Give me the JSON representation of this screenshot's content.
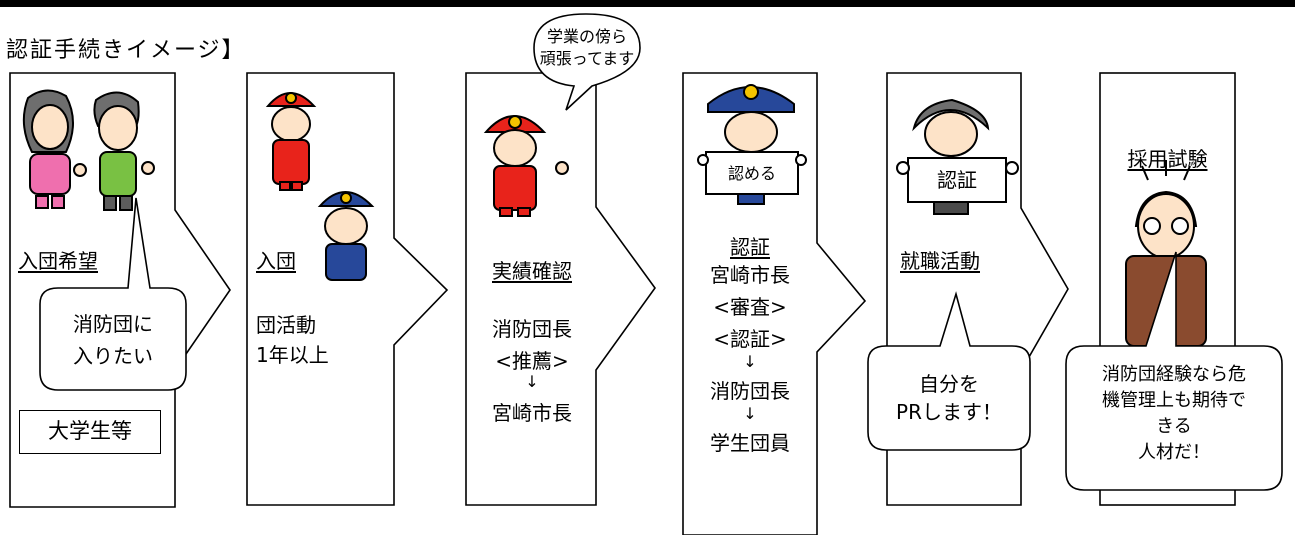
{
  "title": "認証手続きイメージ】",
  "steps": {
    "s1": {
      "heading": "入団希望",
      "bubble_l1": "消防団に",
      "bubble_l2": "入りたい",
      "box": "大学生等"
    },
    "s2": {
      "heading": "入団",
      "l1": "団活動",
      "l2": "1年以上"
    },
    "s3": {
      "heading": "実績確認",
      "l1": "消防団長",
      "l2": "<推薦>",
      "arrow": "↓",
      "l3": "宮崎市長",
      "bubble_l1": "学業の傍ら",
      "bubble_l2": "頑張ってます"
    },
    "s4": {
      "sign": "認める",
      "heading": "認証",
      "l1": "宮崎市長",
      "l2": "<審査>",
      "l3": "<認証>",
      "arrow1": "↓",
      "l4": "消防団長",
      "arrow2": "↓",
      "l5": "学生団員"
    },
    "s5": {
      "sign": "認証",
      "heading": "就職活動",
      "bubble_l1": "自分を",
      "bubble_l2": "PRします！"
    },
    "s6": {
      "heading": "採用試験",
      "bubble_l1": "消防団経験なら危",
      "bubble_l2": "機管理上も期待で",
      "bubble_l3": "きる",
      "bubble_l4": "人材だ！"
    }
  },
  "colors": {
    "helmet_red": "#e8231b",
    "police_blue": "#27489a",
    "badge_yellow": "#f5c400",
    "shirt_pink": "#ef6fae",
    "shirt_green": "#79c143",
    "suit_brown": "#8a4b2f",
    "skin": "#fde3c8",
    "hair_gray": "#6e6e6e"
  }
}
